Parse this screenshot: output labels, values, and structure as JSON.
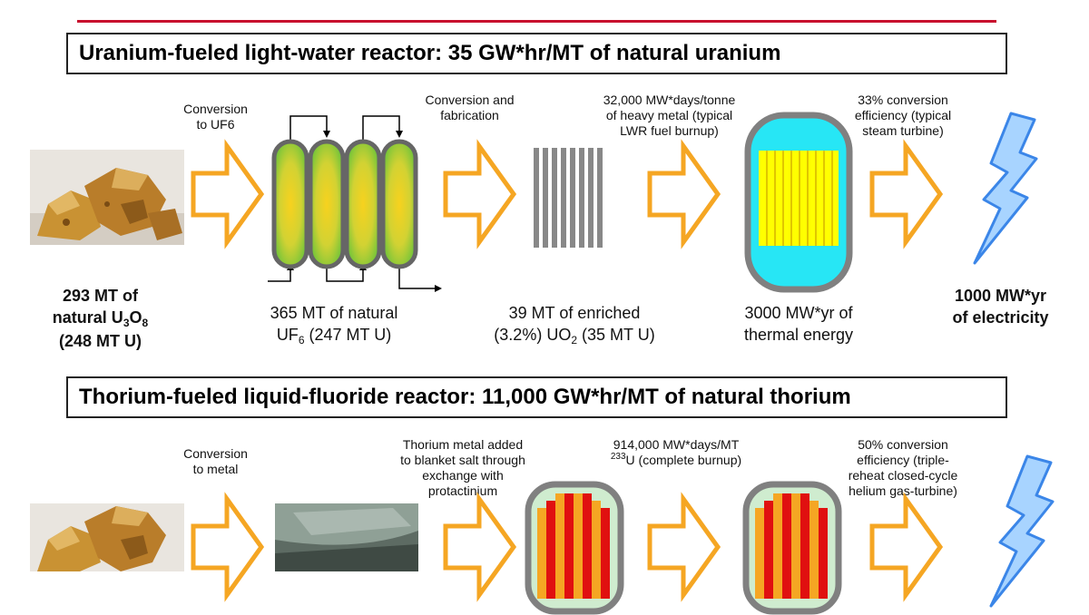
{
  "uranium": {
    "title": "Uranium-fueled light-water reactor:  35 GW*hr/MT of natural uranium",
    "step1_caption": [
      "Conversion",
      "to UF6"
    ],
    "step2_caption": [
      "Conversion and",
      "fabrication"
    ],
    "step3_caption": [
      "32,000 MW*days/tonne",
      "of heavy metal (typical",
      "LWR fuel burnup)"
    ],
    "step4_caption": [
      "33% conversion",
      "efficiency (typical",
      "steam turbine)"
    ],
    "ore": {
      "line1": "293 MT of",
      "line2_pre": "natural U",
      "line2_sub1": "3",
      "line2_mid": "O",
      "line2_sub2": "8",
      "line3": "(248 MT U)"
    },
    "uf6": {
      "line1": "365 MT of natural",
      "line2_pre": "UF",
      "line2_sub": "6",
      "line2_post": " (247 MT U)"
    },
    "enriched": {
      "line1": "39 MT of enriched",
      "line2_pre": "(3.2%) UO",
      "line2_sub": "2",
      "line2_post": " (35 MT U)"
    },
    "thermal": [
      "3000 MW*yr of",
      "thermal energy"
    ],
    "electric": [
      "1000 MW*yr",
      "of electricity"
    ]
  },
  "thorium": {
    "title": "Thorium-fueled liquid-fluoride reactor:  11,000 GW*hr/MT of natural thorium",
    "step1_caption": [
      "Conversion",
      "to metal"
    ],
    "step2_caption": [
      "Thorium metal added",
      "to blanket salt through",
      "exchange with",
      "protactinium"
    ],
    "step3_caption": {
      "line1": "914,000 MW*days/MT",
      "line2_sup": "233",
      "line2_post": "U (complete burnup)"
    },
    "step4_caption": [
      "50% conversion",
      "efficiency (triple-",
      "reheat closed-cycle",
      "helium gas-turbine)"
    ]
  },
  "colors": {
    "arrow": "#f5a623",
    "rule": "#c8102e",
    "lightning": "#5aa0f0",
    "vessel": "#808080",
    "coolant": "#27e6f5",
    "fuel_rods": "#ffff00"
  }
}
